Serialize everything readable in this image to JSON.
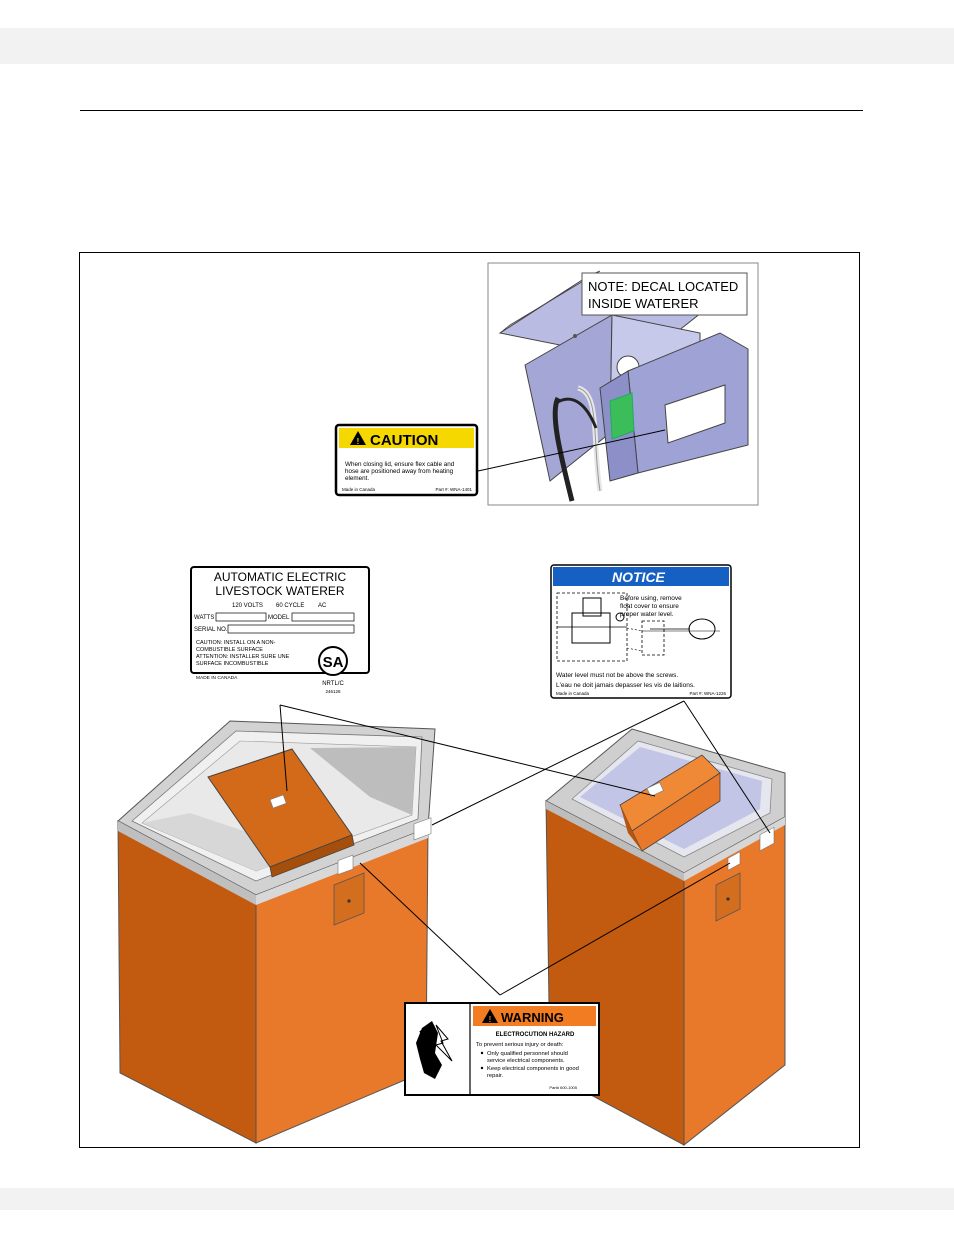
{
  "figure": {
    "note": {
      "line1": "NOTE: DECAL LOCATED",
      "line2": "INSIDE WATERER"
    },
    "caution": {
      "title": "CAUTION",
      "body_lines": [
        "When closing lid, ensure flex cable and",
        "hose are positioned away from heating",
        "element."
      ],
      "made_in": "Made in Canada",
      "part": "Part #: WNA-1401"
    },
    "serial_plate": {
      "title_line1": "AUTOMATIC ELECTRIC",
      "title_line2": "LIVESTOCK WATERER",
      "volts": "120 VOLTS",
      "cycle": "60 CYCLE",
      "ac": "AC",
      "watts_label": "WATTS",
      "model_label": "MODEL",
      "serial_label": "SERIAL NO.",
      "caution_lines": [
        "CAUTION: INSTALL ON A NON-",
        "COMBUSTIBLE SURFACE",
        "ATTENTION: INSTALLER SURE UNE",
        "SURFACE INCOMBUSTIBLE"
      ],
      "made_in": "MADE IN CANADA",
      "cert_mark": "SA",
      "cert_label": "NRTL/C",
      "cert_number": "246126"
    },
    "notice": {
      "title": "NOTICE",
      "body_lines": [
        "Before using, remove",
        "float cover to ensure",
        "proper water level."
      ],
      "line_en": "Water level must not be above the screws.",
      "line_fr": "L'eau ne doit jamais depasser les vis de laitions.",
      "made_in": "Made in Canada",
      "part": "Part #: WNA-1226"
    },
    "warning": {
      "title": "WARNING",
      "hazard": "ELECTROCUTION HAZARD",
      "intro": "To prevent serious injury or death:",
      "bullets": [
        "Only qualified personnel should",
        "service electrical components.",
        "Keep electrical components in good",
        "repair."
      ],
      "part": "Part# 600-1005"
    },
    "colors": {
      "orange": "#e8782a",
      "orange_dark": "#c2600f",
      "caution_yellow": "#f5d800",
      "notice_blue": "#1660c4",
      "warning_orange": "#f27c22",
      "bracket_purple": "#a9acd9"
    }
  }
}
